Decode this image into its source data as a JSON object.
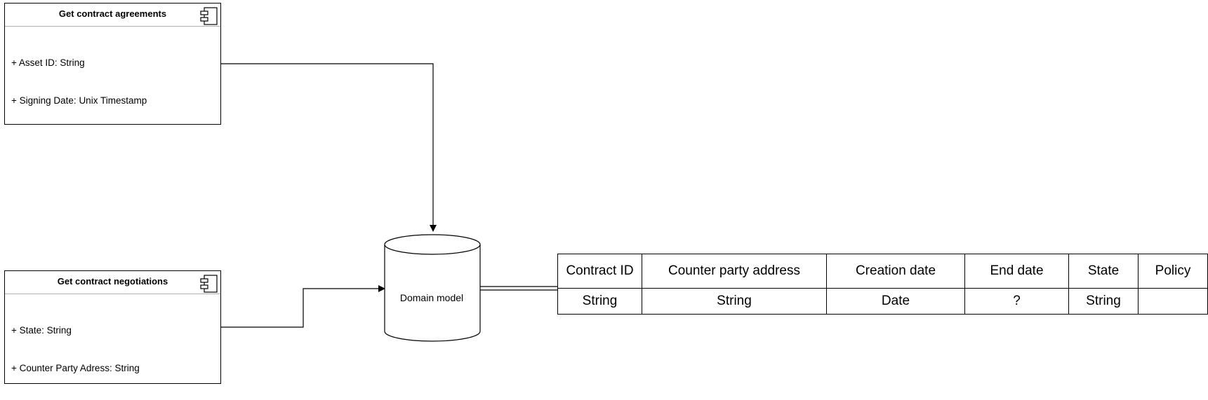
{
  "components": {
    "agreements": {
      "title": "Get contract agreements",
      "attributes": [
        "+ Asset ID: String",
        "+ Signing Date: Unix Timestamp"
      ]
    },
    "negotiations": {
      "title": "Get contract negotiations",
      "attributes": [
        "+ State: String",
        "+ Counter Party Adress: String"
      ]
    }
  },
  "database": {
    "label": "Domain model"
  },
  "table": {
    "headers": [
      "Contract ID",
      "Counter party address",
      "Creation date",
      "End date",
      "State",
      "Policy"
    ],
    "types": [
      "String",
      "String",
      "Date",
      "?",
      "String",
      ""
    ]
  }
}
